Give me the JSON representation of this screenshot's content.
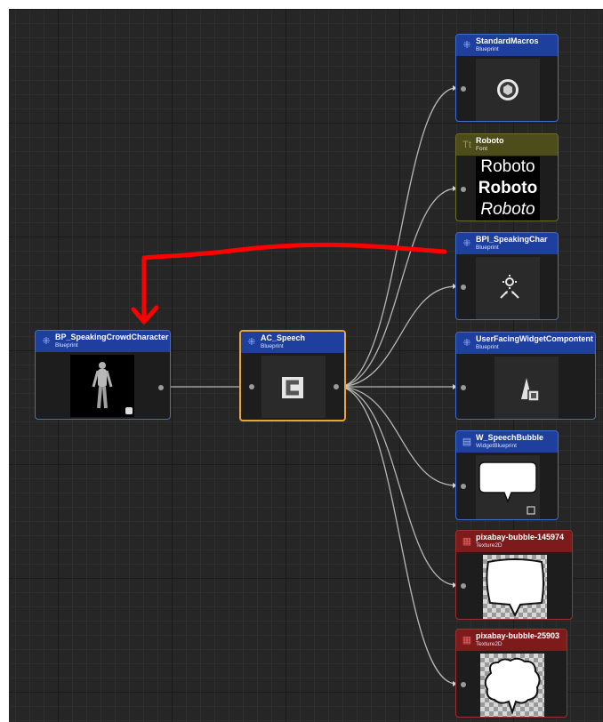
{
  "nodes": {
    "bp_speaking_crowd": {
      "title": "BP_SpeakingCrowdCharacter",
      "type": "Blueprint"
    },
    "ac_speech": {
      "title": "AC_Speech",
      "type": "Blueprint"
    },
    "standard_macros": {
      "title": "StandardMacros",
      "type": "Blueprint"
    },
    "roboto": {
      "title": "Roboto",
      "type": "Font",
      "preview": [
        "Roboto",
        "Roboto",
        "Roboto"
      ]
    },
    "bpi_speaking_char": {
      "title": "BPI_SpeakingChar",
      "type": "Blueprint"
    },
    "user_facing_widget": {
      "title": "UserFacingWidgetCompontent",
      "type": "Blueprint"
    },
    "w_speech_bubble": {
      "title": "W_SpeechBubble",
      "type": "WidgetBlueprint"
    },
    "pixabay_145974": {
      "title": "pixabay-bubble-145974",
      "type": "Texture2D"
    },
    "pixabay_25903": {
      "title": "pixabay-bubble-25903",
      "type": "Texture2D"
    }
  },
  "colors": {
    "blueprint_header": "#1e3f9e",
    "font_header": "#4d4d1c",
    "texture_header": "#7d1a1a",
    "selection_outline": "#e8a33a",
    "annotation_arrow": "#ff0000",
    "wire": "#d0d0d0"
  },
  "icons": [
    "blueprint-icon",
    "font-icon",
    "texture-icon",
    "widget-icon",
    "component-icon",
    "cube-icon",
    "interface-icon",
    "character-thumbnail",
    "speech-bubble"
  ]
}
